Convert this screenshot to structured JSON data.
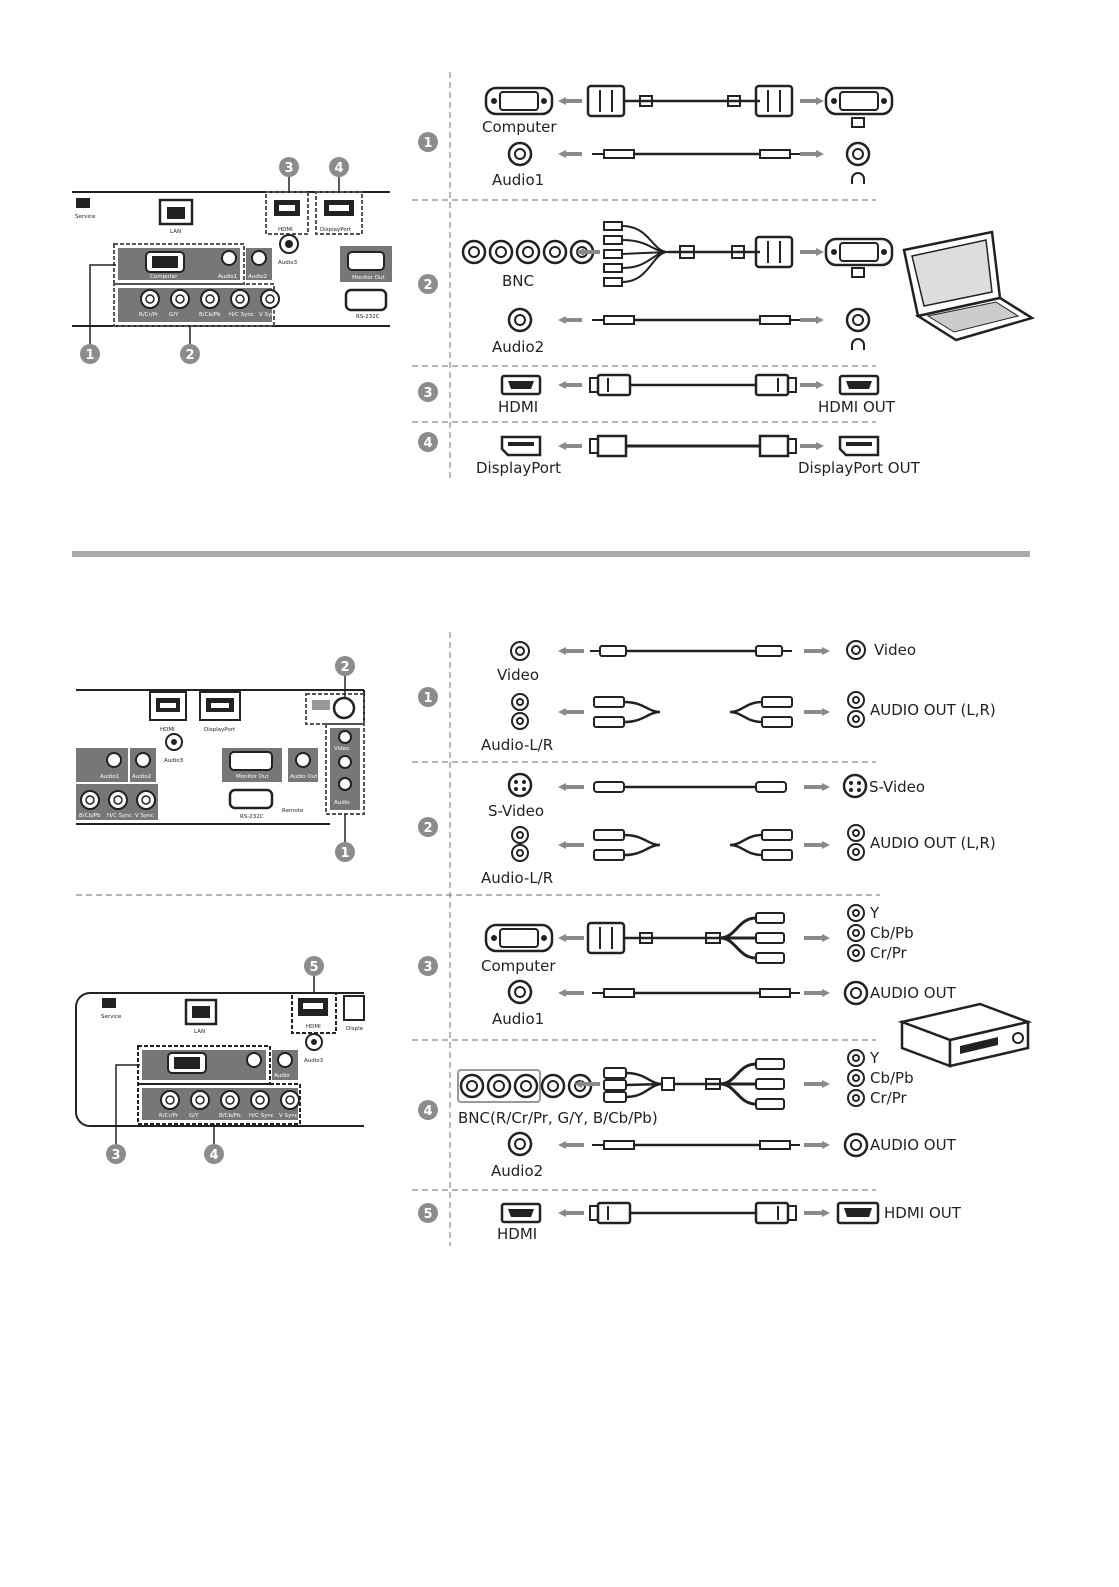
{
  "colors": {
    "ink": "#222222",
    "panel": "#777777",
    "badge": "#8c8c8c",
    "arrow": "#8a8a8a",
    "divider": "#aaaaaa"
  },
  "top": {
    "panel": {
      "labels": {
        "service": "Service",
        "lan": "LAN",
        "hdmi": "HDMI",
        "displayport": "DisplayPort",
        "audio3": "Audio3",
        "computer": "Computer",
        "audio1": "Audio1",
        "audio2": "Audio2",
        "monitor_out": "Monitor Out",
        "rs232c": "RS-232C",
        "bnc_pins": [
          "R/Cr/Pr",
          "G/Y",
          "B/Cb/Pb",
          "H/C Sync",
          "V Sync"
        ]
      },
      "callouts": [
        "3",
        "4",
        "1",
        "2"
      ]
    },
    "rows": [
      {
        "num": "1",
        "labels": [
          "Computer",
          "Audio1"
        ]
      },
      {
        "num": "2",
        "labels": [
          "BNC",
          "Audio2"
        ]
      },
      {
        "num": "3",
        "labels": [
          "HDMI",
          "HDMI OUT"
        ]
      },
      {
        "num": "4",
        "labels": [
          "DisplayPort",
          "DisplayPort OUT"
        ]
      }
    ]
  },
  "bottom": {
    "panel_a": {
      "labels": {
        "hdmi": "HDMI",
        "displayport": "DisplayPort",
        "audio3": "Audio3",
        "audio1": "Audio1",
        "audio2": "Audio2",
        "monitor_out": "Monitor Out",
        "audio_out": "Audio Out",
        "rs232c": "RS-232C",
        "remote": "Remote",
        "video": "Video",
        "audio": "Audio",
        "bnc_pins": [
          "B/Cb/Pb",
          "H/C Sync",
          "V Sync"
        ]
      },
      "callouts": [
        "2",
        "1"
      ]
    },
    "panel_b": {
      "labels": {
        "service": "Service",
        "lan": "LAN",
        "hdmi": "HDMI",
        "display": "Disple",
        "audio3": "Audio3",
        "audio": "Audio",
        "bnc_pins": [
          "R/Cr/Pr",
          "G/Y",
          "B/Cb/Pb",
          "H/C Sync",
          "V Sync"
        ]
      },
      "callouts": [
        "5",
        "3",
        "4"
      ]
    },
    "rows": [
      {
        "num": "1",
        "labels": [
          "Video",
          "Audio-L/R",
          "Video",
          "AUDIO OUT (L,R)"
        ]
      },
      {
        "num": "2",
        "labels": [
          "S-Video",
          "Audio-L/R",
          "S-Video",
          "AUDIO OUT (L,R)"
        ]
      },
      {
        "num": "3",
        "labels": [
          "Computer",
          "Audio1",
          "Y",
          "Cb/Pb",
          "Cr/Pr",
          "AUDIO OUT"
        ]
      },
      {
        "num": "4",
        "labels": [
          "BNC(R/Cr/Pr, G/Y, B/Cb/Pb)",
          "Audio2",
          "Y",
          "Cb/Pb",
          "Cr/Pr",
          "AUDIO OUT"
        ]
      },
      {
        "num": "5",
        "labels": [
          "HDMI",
          "HDMI OUT"
        ]
      }
    ]
  }
}
